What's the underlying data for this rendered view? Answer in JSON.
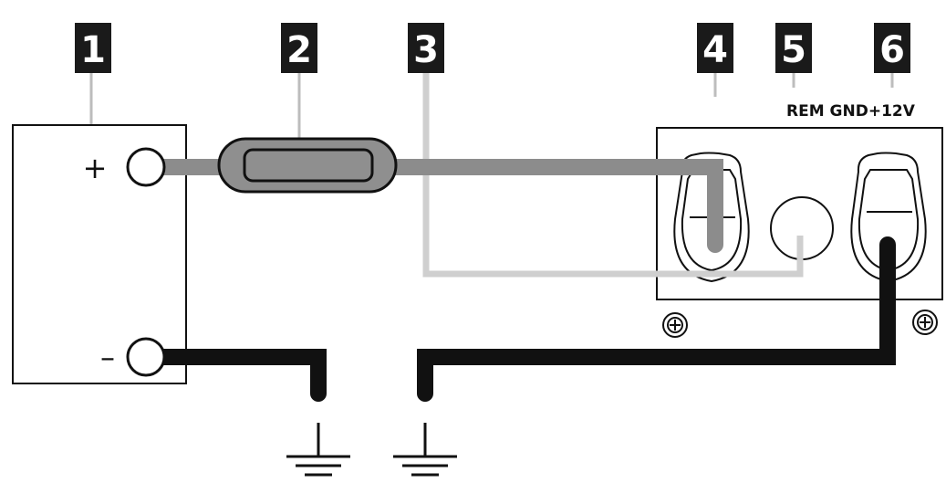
{
  "badges": [
    "1",
    "2",
    "3",
    "4",
    "5",
    "6"
  ],
  "battery": {
    "plus_sign": "+",
    "minus_sign": "–"
  },
  "amp_terminals": {
    "label": "REM GND+12V"
  },
  "colors": {
    "badge_fill": "#1a1a1a",
    "power_wire": "#8c8c8c",
    "remote_wire": "#cfcfcf",
    "ground_wire": "#111111",
    "outline": "#111111"
  }
}
